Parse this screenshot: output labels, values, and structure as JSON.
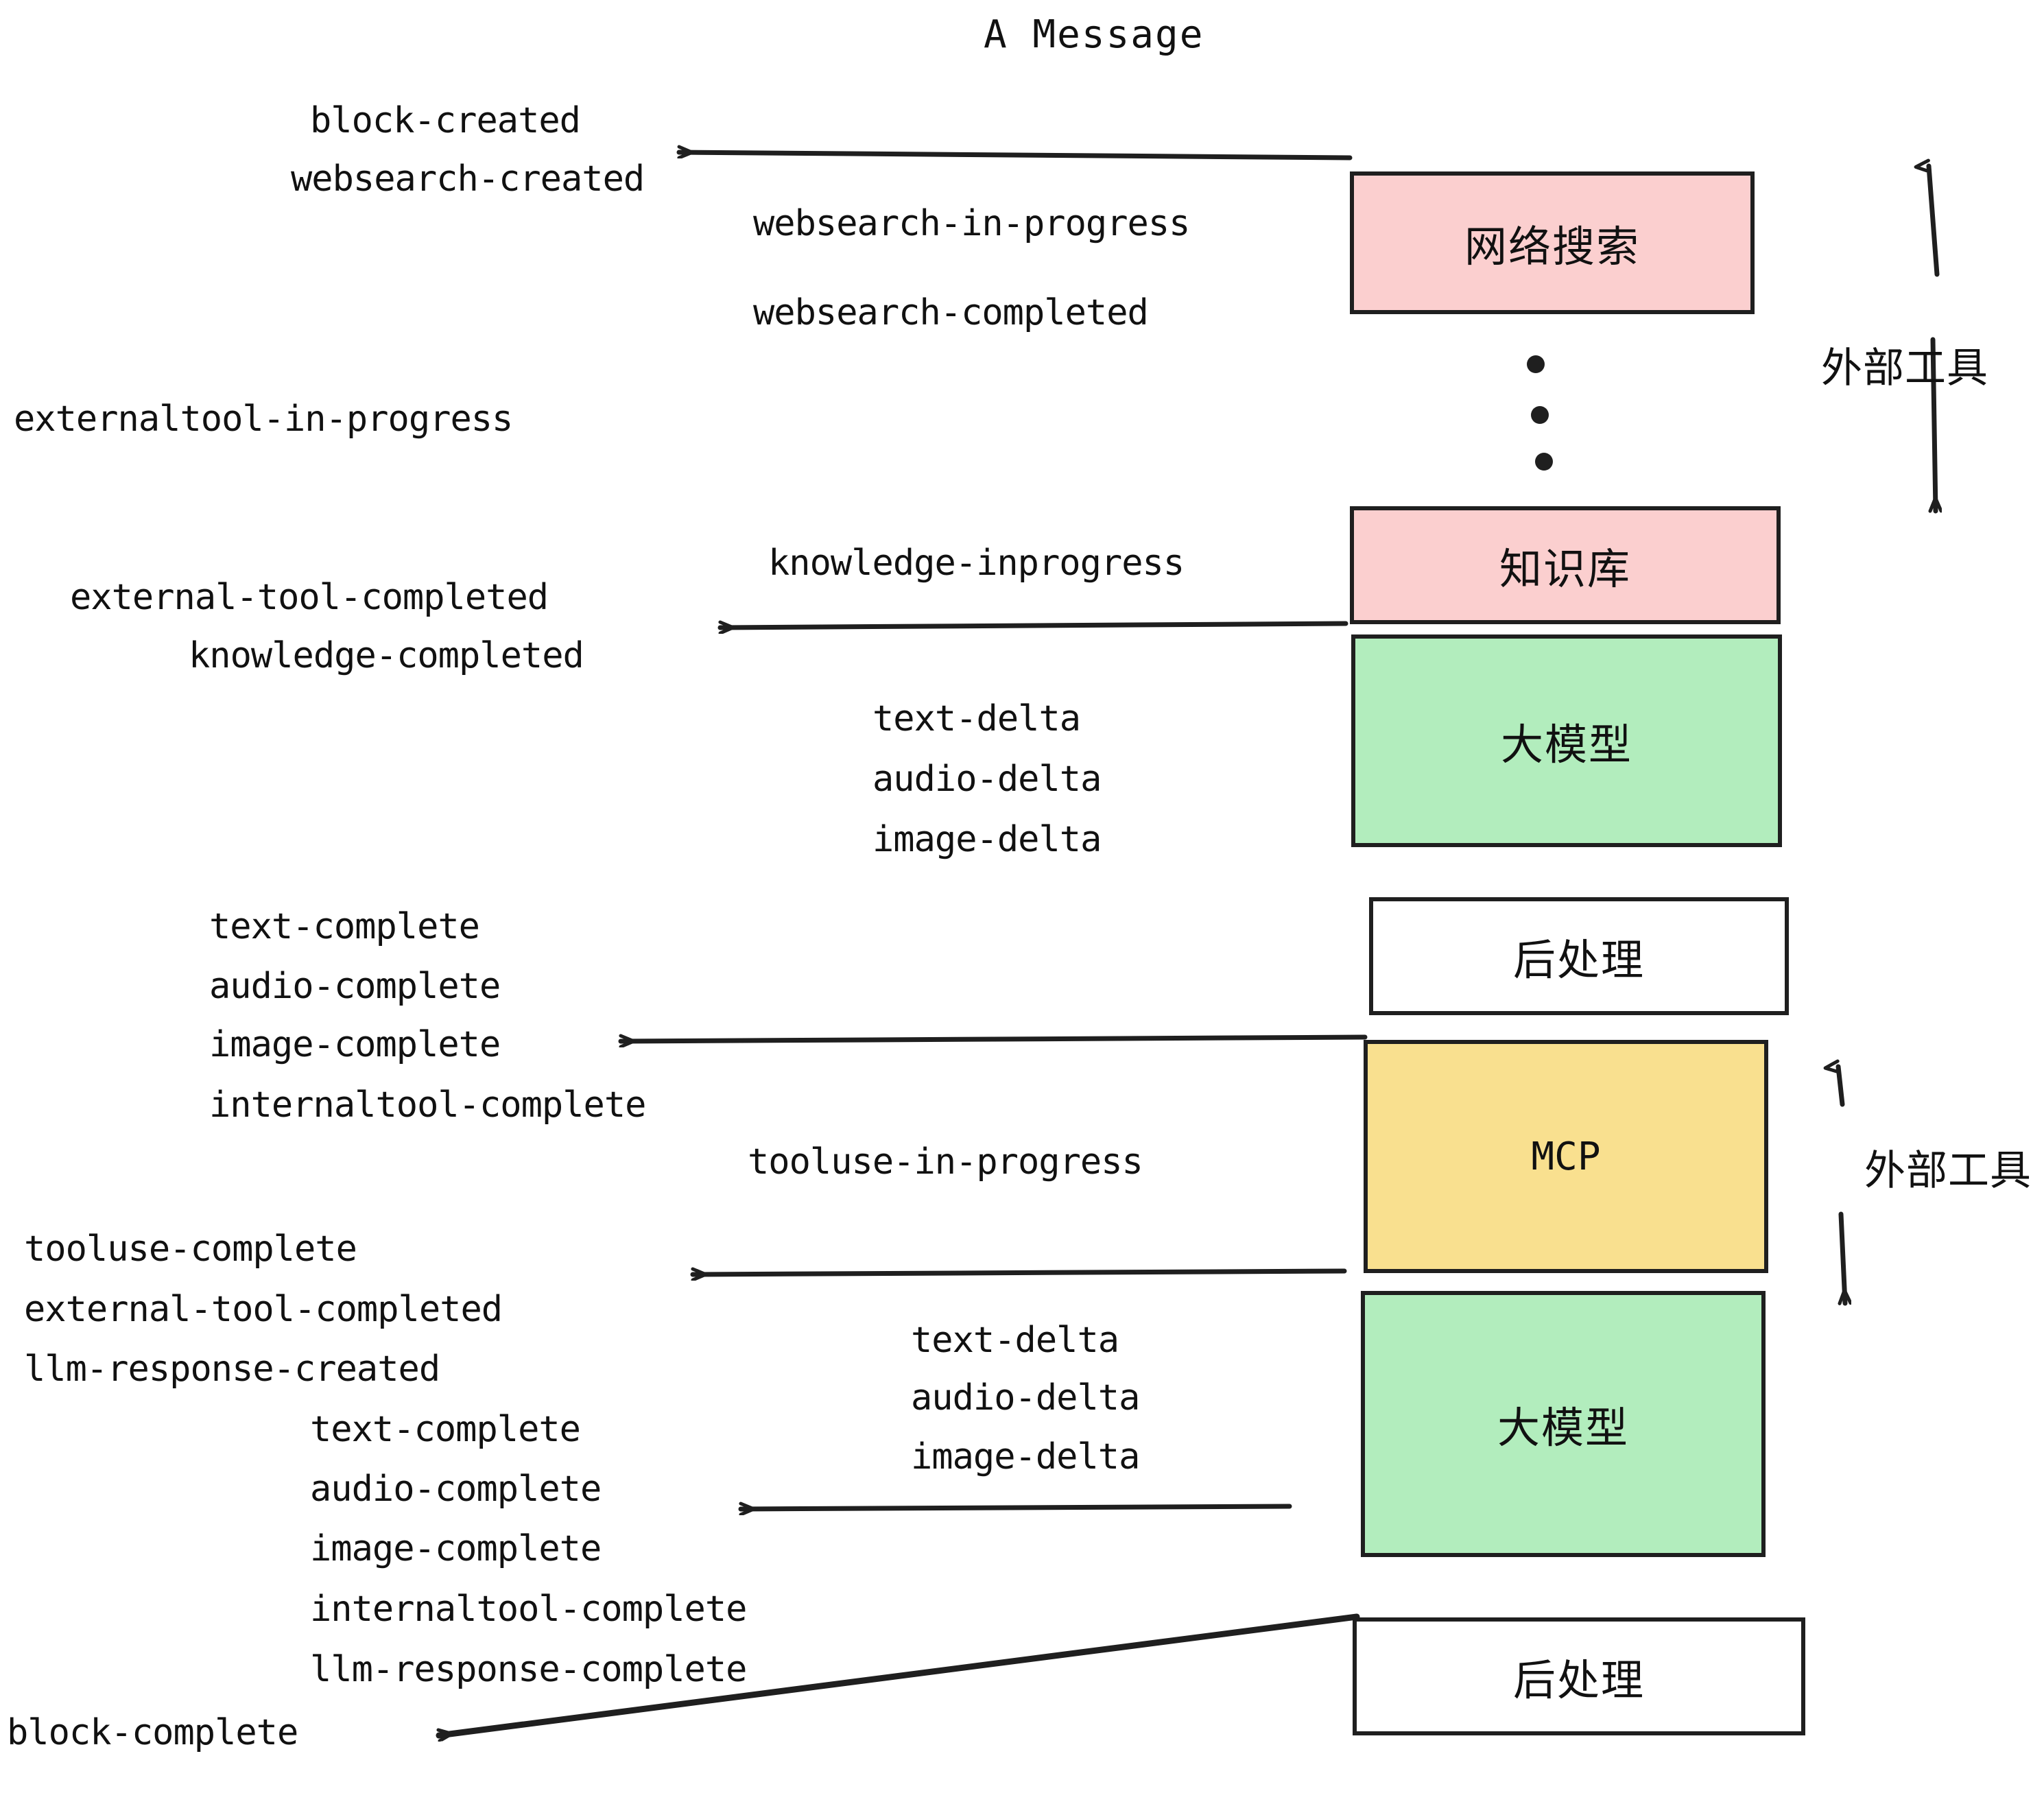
{
  "title": "A Message",
  "colors": {
    "pink": "#fbcfcf",
    "green": "#b2edbd",
    "yellow": "#f9e08f",
    "white": "#ffffff",
    "stroke": "#1f1f1f",
    "text": "#111111"
  },
  "boxes": [
    {
      "id": "websearch",
      "label": "网络搜索",
      "fill": "#fbcfcf",
      "mono": false
    },
    {
      "id": "knowledge",
      "label": "知识库",
      "fill": "#fbcfcf",
      "mono": false
    },
    {
      "id": "llm-1",
      "label": "大模型",
      "fill": "#b2edbd",
      "mono": false
    },
    {
      "id": "postprocess-1",
      "label": "后处理",
      "fill": "#ffffff",
      "mono": false
    },
    {
      "id": "mcp",
      "label": "MCP",
      "fill": "#f9e08f",
      "mono": true
    },
    {
      "id": "llm-2",
      "label": "大模型",
      "fill": "#b2edbd",
      "mono": false
    },
    {
      "id": "postprocess-2",
      "label": "后处理",
      "fill": "#ffffff",
      "mono": false
    }
  ],
  "side_notes": [
    {
      "id": "external-tool-top",
      "label": "外部工具"
    },
    {
      "id": "external-tool-bottom",
      "label": "外部工具"
    }
  ],
  "events": [
    {
      "id": "block-created",
      "label": "block-created"
    },
    {
      "id": "websearch-created",
      "label": "websearch-created"
    },
    {
      "id": "websearch-in-progress",
      "label": "websearch-in-progress"
    },
    {
      "id": "websearch-completed",
      "label": "websearch-completed"
    },
    {
      "id": "externaltool-in-progress",
      "label": "externaltool-in-progress"
    },
    {
      "id": "knowledge-inprogress",
      "label": "knowledge-inprogress"
    },
    {
      "id": "external-tool-completed-1",
      "label": "external-tool-completed"
    },
    {
      "id": "knowledge-completed",
      "label": "knowledge-completed"
    },
    {
      "id": "text-delta-1",
      "label": "text-delta"
    },
    {
      "id": "audio-delta-1",
      "label": "audio-delta"
    },
    {
      "id": "image-delta-1",
      "label": "image-delta"
    },
    {
      "id": "text-complete-1",
      "label": "text-complete"
    },
    {
      "id": "audio-complete-1",
      "label": "audio-complete"
    },
    {
      "id": "image-complete-1",
      "label": "image-complete"
    },
    {
      "id": "internaltool-complete-1",
      "label": "internaltool-complete"
    },
    {
      "id": "tooluse-in-progress",
      "label": "tooluse-in-progress"
    },
    {
      "id": "tooluse-complete",
      "label": "tooluse-complete"
    },
    {
      "id": "external-tool-completed-2",
      "label": "external-tool-completed"
    },
    {
      "id": "llm-response-created",
      "label": "llm-response-created"
    },
    {
      "id": "text-delta-2",
      "label": "text-delta"
    },
    {
      "id": "audio-delta-2",
      "label": "audio-delta"
    },
    {
      "id": "image-delta-2",
      "label": "image-delta"
    },
    {
      "id": "text-complete-2",
      "label": "text-complete"
    },
    {
      "id": "audio-complete-2",
      "label": "audio-complete"
    },
    {
      "id": "image-complete-2",
      "label": "image-complete"
    },
    {
      "id": "internaltool-complete-2",
      "label": "internaltool-complete"
    },
    {
      "id": "llm-response-complete",
      "label": "llm-response-complete"
    },
    {
      "id": "block-complete",
      "label": "block-complete"
    }
  ]
}
